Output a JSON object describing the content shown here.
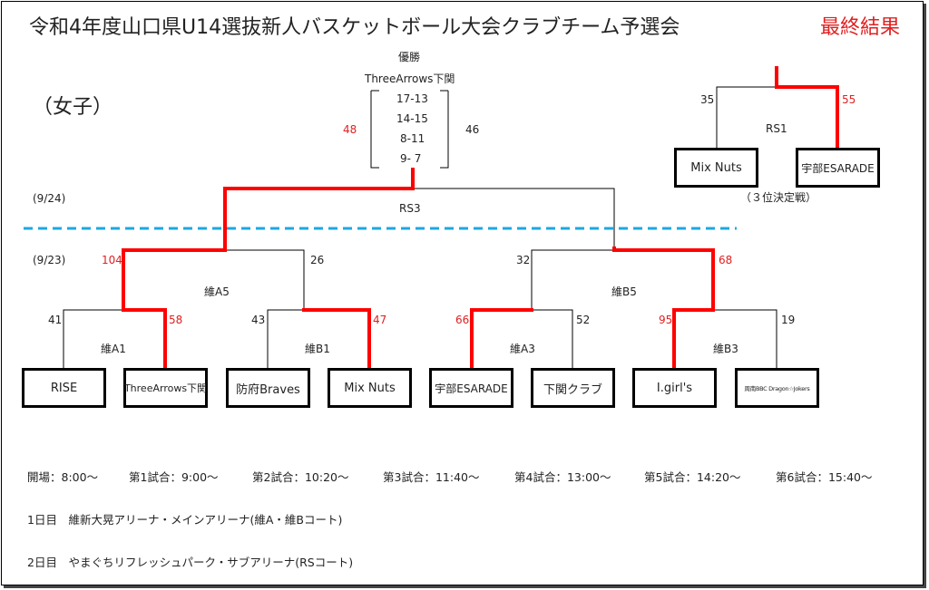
{
  "title": "令和4年度山口県U14選抜新人バスケットボール大会クラブチーム予選会",
  "status": "最終結果",
  "division": "（女子）",
  "champion": {
    "label": "優勝",
    "team": "ThreeArrows下関",
    "sets": [
      "17-13",
      "14-15",
      "8-11",
      "9- 7"
    ],
    "score_left": "48",
    "score_right": "46"
  },
  "dates": {
    "day2": "(9/24)",
    "day1": "(9/23)"
  },
  "games": {
    "rs1": "RS1",
    "rs3": "RS3",
    "a5": "維A5",
    "b5": "維B5",
    "a1": "維A1",
    "b1": "維B1",
    "a3": "維A3",
    "b3": "維B3",
    "third_place": "（３位決定戦）"
  },
  "scores": {
    "a5_left": "104",
    "a5_right": "26",
    "b5_left": "32",
    "b5_right": "68",
    "a1_left": "41",
    "a1_right": "58",
    "b1_left": "43",
    "b1_right": "47",
    "a3_left": "66",
    "a3_right": "52",
    "b3_left": "95",
    "b3_right": "19",
    "rs1_left": "35",
    "rs1_right": "55"
  },
  "teams": [
    "RISE",
    "ThreeArrows下関",
    "防府Braves",
    "Mix Nuts",
    "宇部ESARADE",
    "下関クラブ",
    "I.girl's",
    "周南BBC Dragon☆Jokers"
  ],
  "rs1_teams": [
    "Mix Nuts",
    "宇部ESARADE"
  ],
  "schedule": [
    "開場：8:00～",
    "第1試合：9:00～",
    "第2試合：10:20～",
    "第3試合：11:40～",
    "第4試合：13:00～",
    "第5試合：14:20～",
    "第6試合：15:40～"
  ],
  "venues": [
    "1日目　維新大晃アリーナ・メインアリーナ(維A・維Bコート)",
    "2日目　やまぐちリフレッシュパーク・サブアリーナ(RSコート)"
  ],
  "colors": {
    "winner_line": "#ff0000",
    "divider": "#1ea7e0",
    "text_red": "#e02020"
  }
}
